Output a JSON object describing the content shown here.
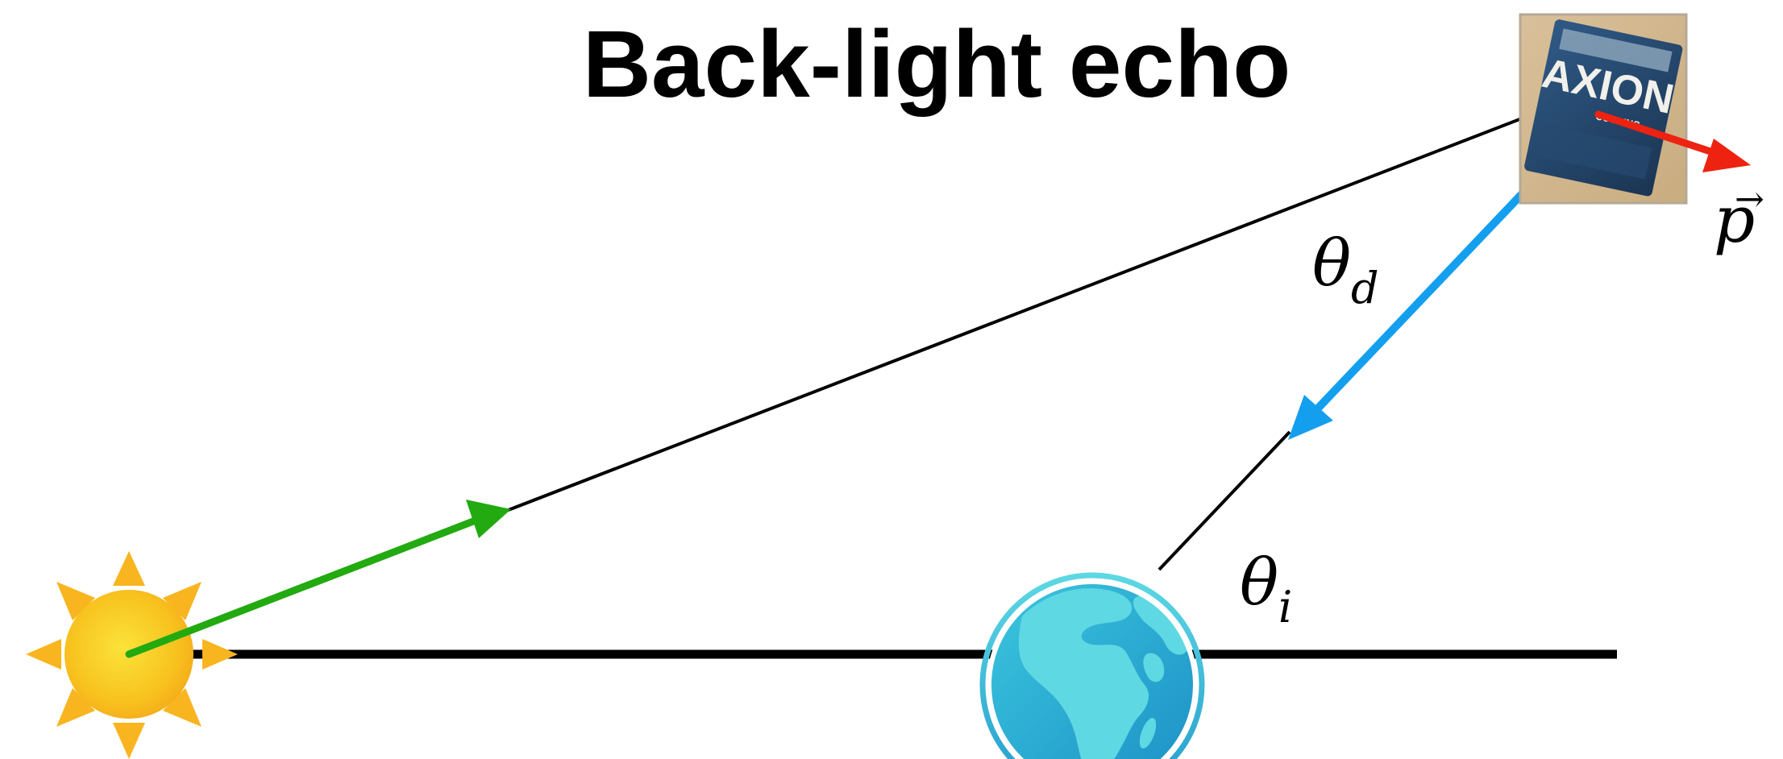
{
  "title": "Back-light echo",
  "labels": {
    "theta": "θ",
    "theta_d_sub": "d",
    "theta_i_sub": "i",
    "momentum": "p",
    "momentum_arrow": "→"
  },
  "axion_package": {
    "brand": "AXION",
    "small_text": "COOLING"
  },
  "icons": {
    "sun": "sun-icon",
    "earth": "earth-icon",
    "axion": "axion-package-icon"
  },
  "colors": {
    "incoming_light": "#22aa10",
    "echo_light": "#149fee",
    "momentum": "#ee2211",
    "sun": "#f8c21e",
    "sun_ray": "#f8b520",
    "earth_ocean": "#2aaed2",
    "earth_land": "#5ed8e2",
    "baseline": "#000000"
  }
}
